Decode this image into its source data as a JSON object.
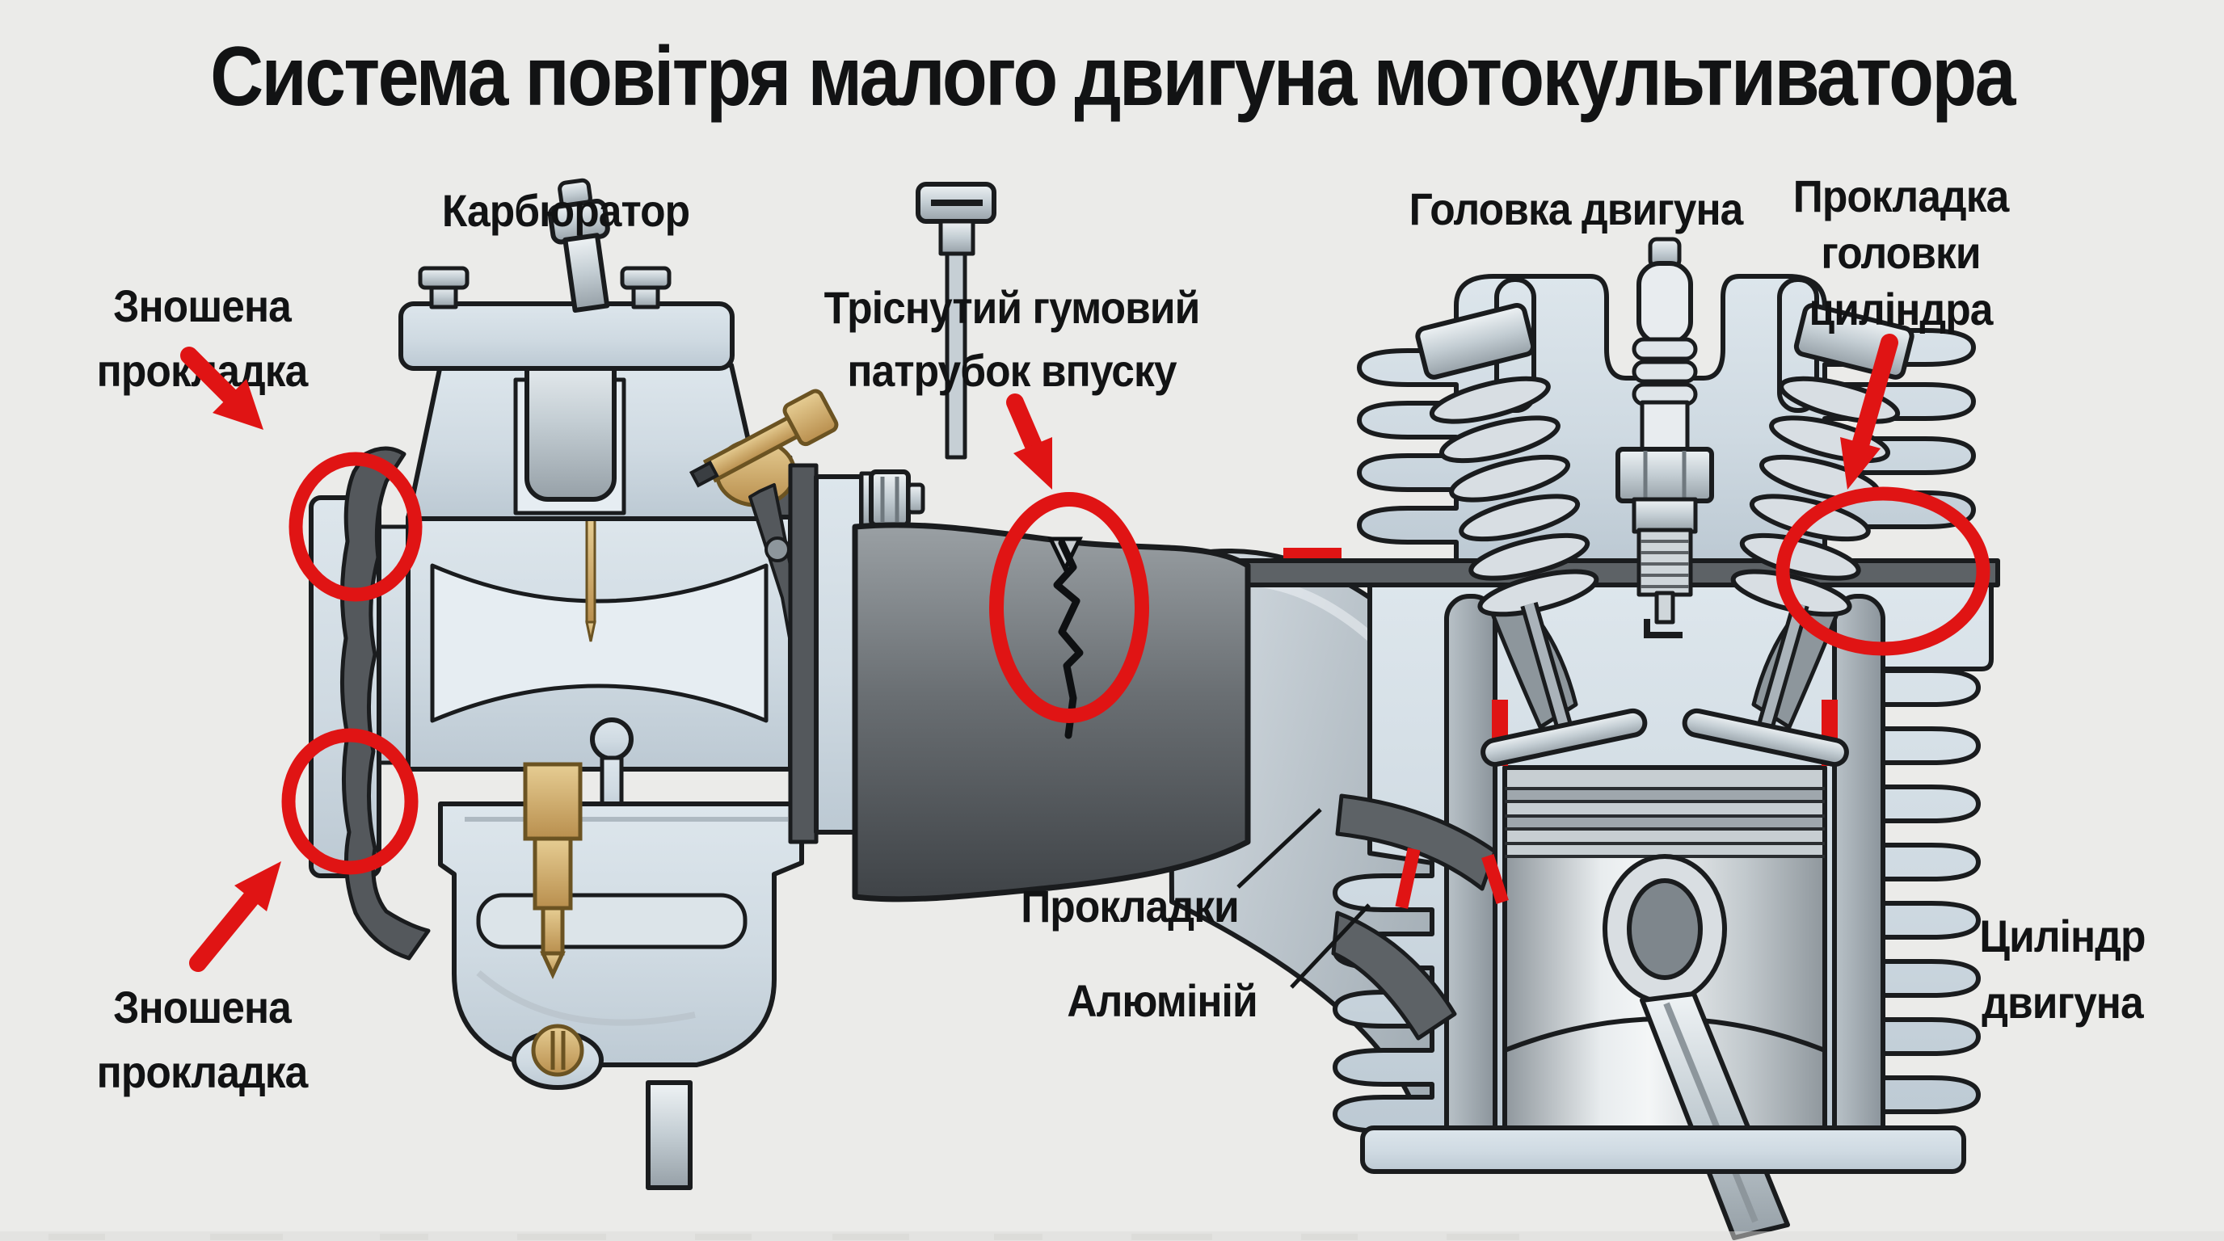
{
  "title": "Система повітря малого двигуна мотокультиватора",
  "labels": {
    "carburetor": "Карбюратор",
    "worn_gasket_top": {
      "line1": "Зношена",
      "line2": "прокладка"
    },
    "worn_gasket_bottom": {
      "line1": "Зношена",
      "line2": "прокладка"
    },
    "cracked_pipe": {
      "line1": "Тріснутий гумовий",
      "line2": "патрубок впуску"
    },
    "engine_head": "Головка двигуна",
    "head_gasket": {
      "line1": "Прокладка",
      "line2": "головки",
      "line3": "циліндра"
    },
    "gaskets": "Прокладки",
    "aluminium": "Алюміній",
    "engine_cylinder": {
      "line1": "Циліндр",
      "line2": "двигуна"
    }
  },
  "colors": {
    "background": "#ebebe9",
    "outline": "#1a1c1e",
    "metal_blue": "#cfdae2",
    "rubber_gray": "#54585c",
    "brass": "#c9a55e",
    "annotation_red": "#e01414",
    "text": "#121314"
  }
}
